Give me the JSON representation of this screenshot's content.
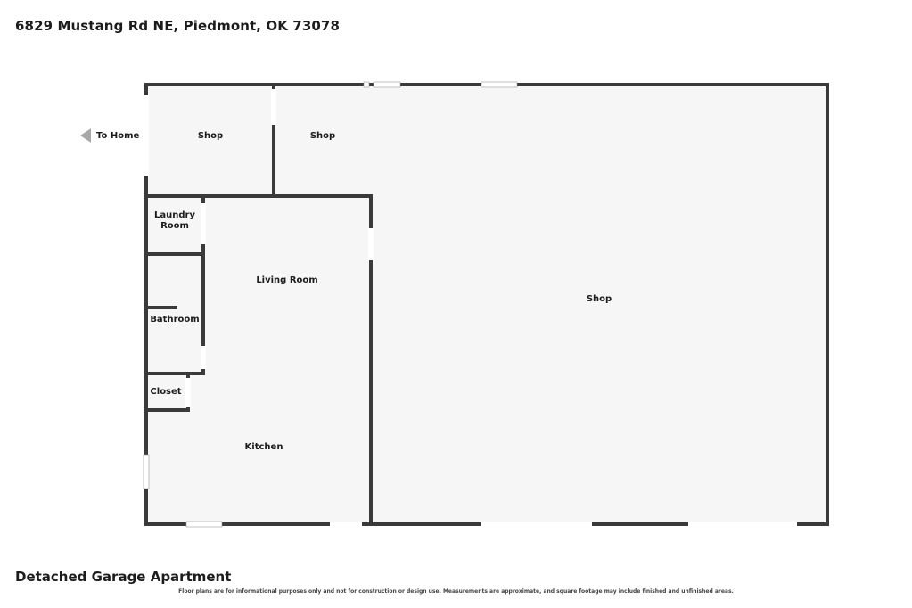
{
  "header": {
    "address": "6829 Mustang Rd NE, Piedmont, OK 73078"
  },
  "plan": {
    "floor_name": "Detached Garage Apartment",
    "direction": {
      "label": "To Home",
      "icon": "arrow-left-icon"
    },
    "rooms": {
      "shop_small": "Shop",
      "shop_upper": "Shop",
      "shop_main": "Shop",
      "laundry_line1": "Laundry",
      "laundry_line2": "Room",
      "bathroom": "Bathroom",
      "living_room": "Living Room",
      "closet": "Closet",
      "kitchen": "Kitchen"
    },
    "colors": {
      "wall": "#3a3a3a",
      "floor": "#f6f6f6",
      "window": "#ffffff",
      "arrow": "#a8a8a8"
    }
  },
  "footer": {
    "disclaimer": "Floor plans are for informational purposes only and not for construction or design use. Measurements are approximate, and square footage may include finished and unfinished areas."
  }
}
